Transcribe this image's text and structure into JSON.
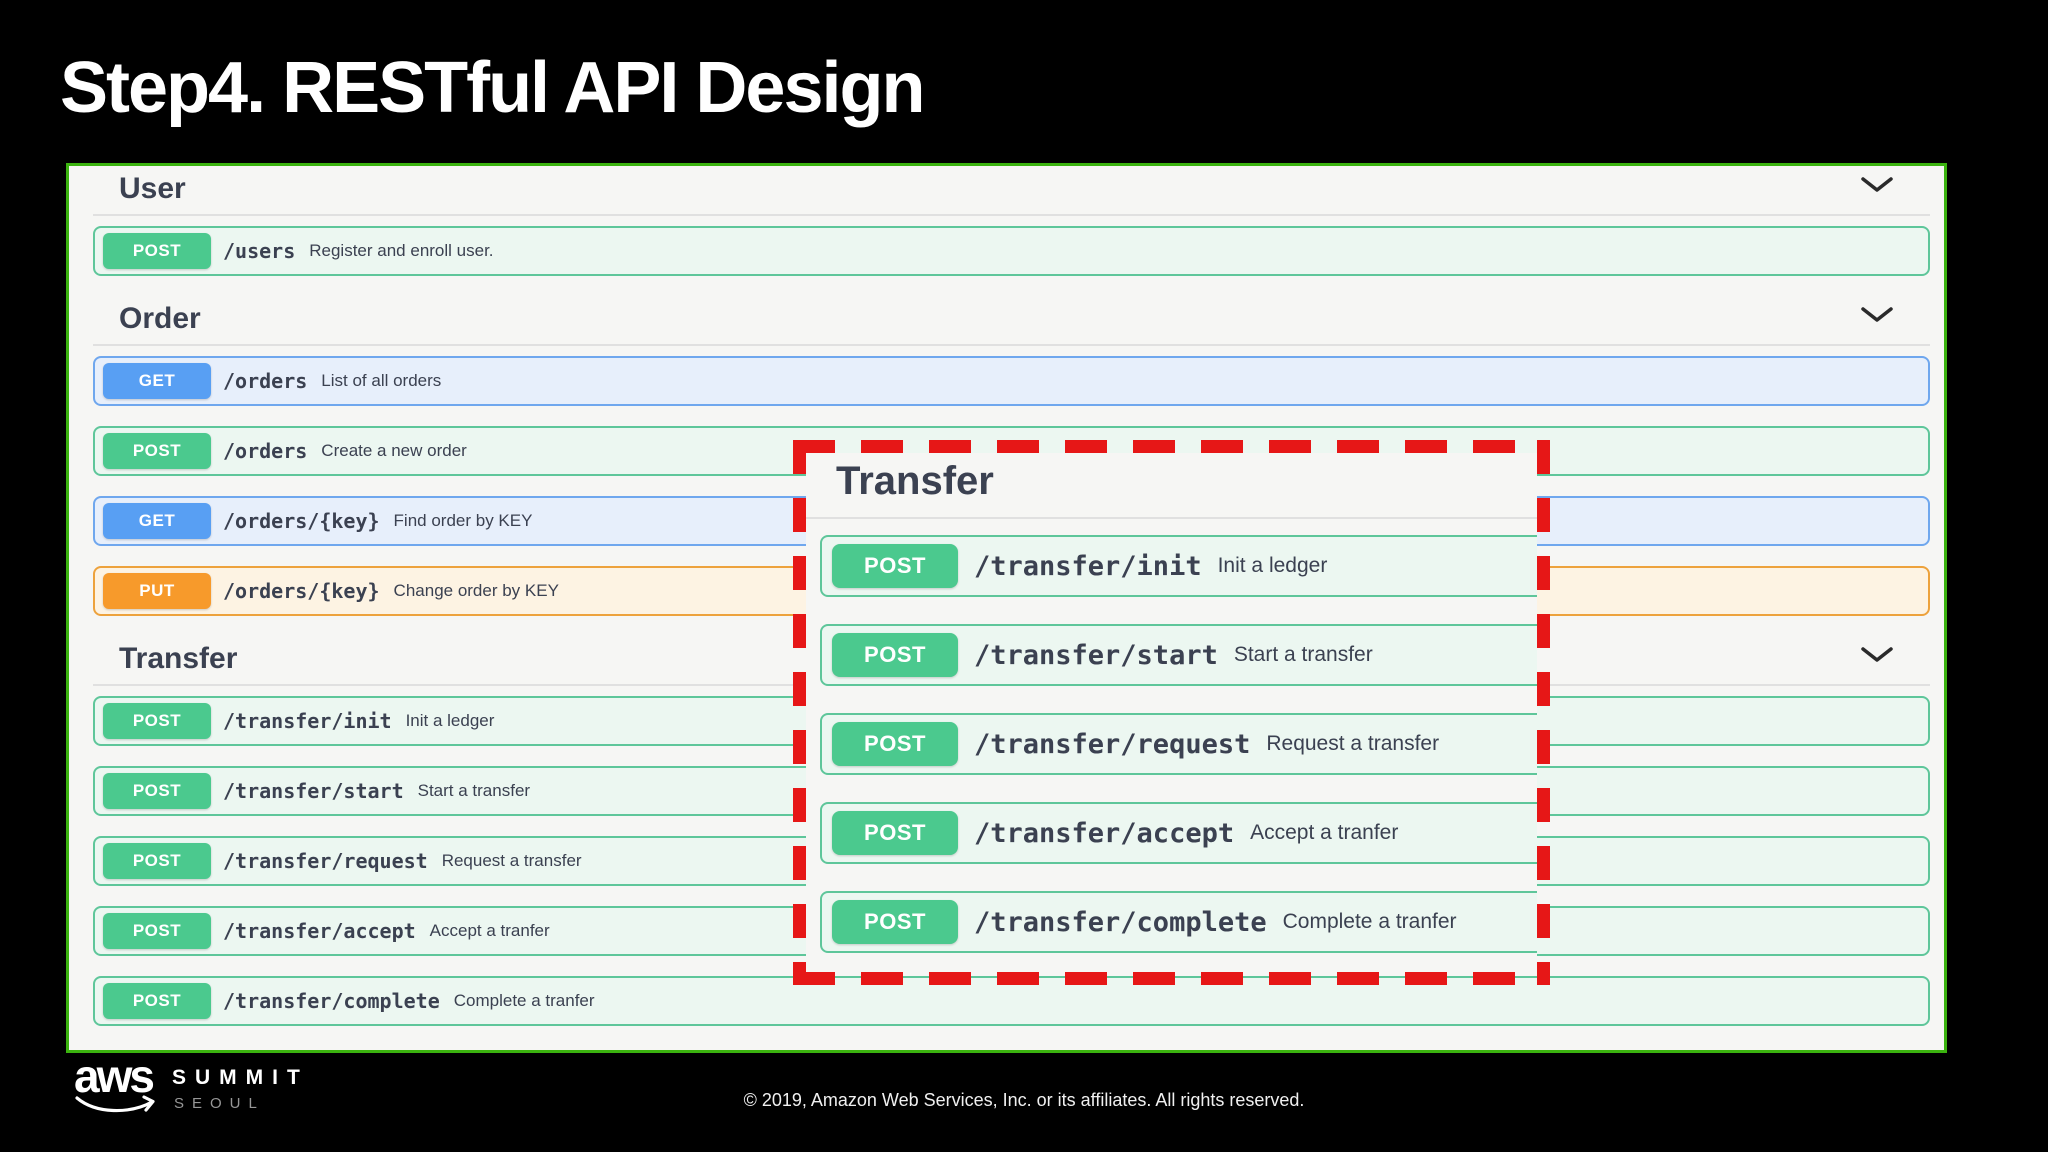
{
  "title": "Step4. RESTful API Design",
  "api_panel": {
    "sections": [
      {
        "name": "User",
        "rows": [
          {
            "method": "POST",
            "path": "/users",
            "desc": "Register and enroll user."
          }
        ]
      },
      {
        "name": "Order",
        "rows": [
          {
            "method": "GET",
            "path": "/orders",
            "desc": "List of all orders"
          },
          {
            "method": "POST",
            "path": "/orders",
            "desc": "Create a new order"
          },
          {
            "method": "GET",
            "path": "/orders/{key}",
            "desc": "Find order by KEY"
          },
          {
            "method": "PUT",
            "path": "/orders/{key}",
            "desc": "Change order by KEY"
          }
        ]
      },
      {
        "name": "Transfer",
        "rows": [
          {
            "method": "POST",
            "path": "/transfer/init",
            "desc": "Init a ledger"
          },
          {
            "method": "POST",
            "path": "/transfer/start",
            "desc": "Start a transfer"
          },
          {
            "method": "POST",
            "path": "/transfer/request",
            "desc": "Request a transfer"
          },
          {
            "method": "POST",
            "path": "/transfer/accept",
            "desc": "Accept a tranfer"
          },
          {
            "method": "POST",
            "path": "/transfer/complete",
            "desc": "Complete a tranfer"
          }
        ]
      }
    ]
  },
  "zoom_callout": {
    "name": "Transfer",
    "rows": [
      {
        "method": "POST",
        "path": "/transfer/init",
        "desc": "Init a ledger"
      },
      {
        "method": "POST",
        "path": "/transfer/start",
        "desc": "Start a transfer"
      },
      {
        "method": "POST",
        "path": "/transfer/request",
        "desc": "Request a transfer"
      },
      {
        "method": "POST",
        "path": "/transfer/accept",
        "desc": "Accept a tranfer"
      },
      {
        "method": "POST",
        "path": "/transfer/complete",
        "desc": "Complete a tranfer"
      }
    ]
  },
  "footer": {
    "aws": "aws",
    "summit": "SUMMIT",
    "seoul": "SEOUL",
    "copyright": "© 2019, Amazon Web Services, Inc. or its affiliates. All rights reserved."
  },
  "colors": {
    "method_get": "#589ff3",
    "method_post": "#4bc98e",
    "method_put": "#f79a2b",
    "panel_border": "#3bb30f",
    "callout_border": "#e61717",
    "heading_text": "#3b4151"
  }
}
